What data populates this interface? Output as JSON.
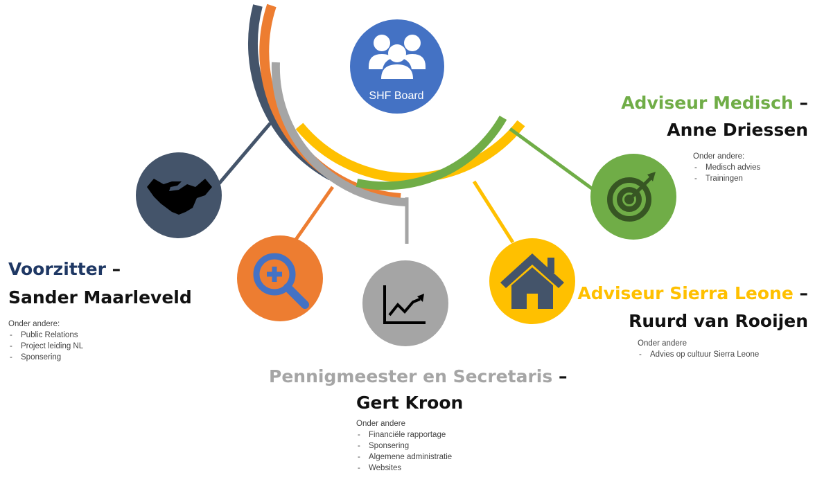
{
  "board": {
    "label": "SHF Board",
    "color": "#4472c4"
  },
  "colors": {
    "navy": "#44546a",
    "orange": "#ed7d31",
    "gray": "#a5a5a5",
    "yellow": "#ffc000",
    "green": "#70ad47"
  },
  "voorzitter": {
    "role": "Voorzitter",
    "dash": " –",
    "name": "Sander Maarleveld",
    "notes_heading": "Onder andere:",
    "items": [
      "Public Relations",
      "Project leiding NL",
      "Sponsering"
    ],
    "icon": "handshake-icon"
  },
  "penningmeester": {
    "role": "Pennigmeester en Secretaris",
    "dash": " –",
    "name": "Gert Kroon",
    "notes_heading": "Onder andere",
    "items": [
      "Financiële rapportage",
      "Sponsering",
      "Algemene administratie",
      "Websites"
    ],
    "icon": "chart-icon"
  },
  "adviseur_medisch": {
    "role": "Adviseur Medisch",
    "dash": " –",
    "name": "Anne Driessen",
    "notes_heading": "Onder andere:",
    "items": [
      "Medisch advies",
      "Trainingen"
    ],
    "icon": "target-icon"
  },
  "adviseur_sl": {
    "role": "Adviseur Sierra Leone",
    "dash": " –",
    "name": "Ruurd van Rooijen",
    "notes_heading": "Onder andere",
    "items": [
      "Advies op cultuur Sierra Leone"
    ],
    "icon": "house-icon"
  },
  "search_icon": "search-icon"
}
